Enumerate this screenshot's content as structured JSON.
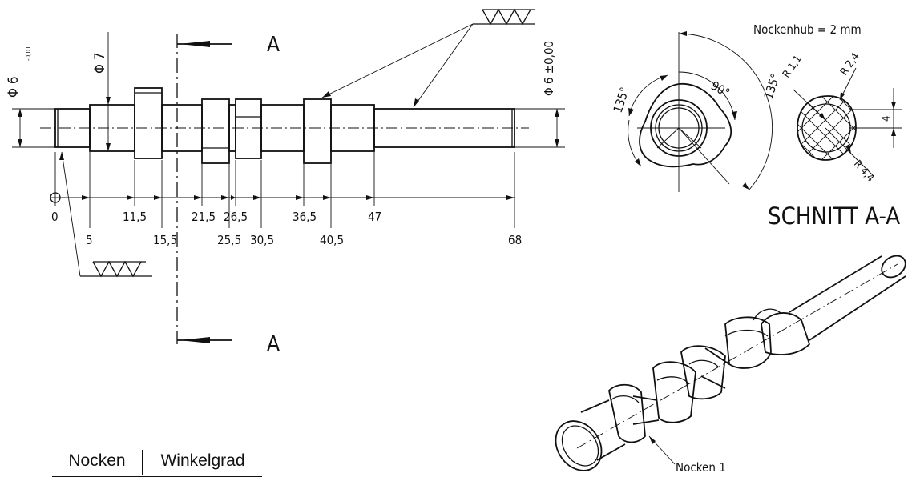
{
  "section_marker": "A",
  "diameters": {
    "shaft_left": "Φ 6",
    "shaft_left_tol": "-0,01",
    "bearing": "Φ 7",
    "shaft_right": "Φ 6 ±0,00"
  },
  "x_positions": [
    "0",
    "5",
    "11,5",
    "15,5",
    "21,5",
    "25,5",
    "26,5",
    "30,5",
    "36,5",
    "40,5",
    "47",
    "68"
  ],
  "section": {
    "title": "SCHNITT A-A",
    "cam_lift": "Nockenhub = 2 mm",
    "angle_135_left": "135°",
    "angle_90": "90°",
    "angle_135_right": "135°",
    "r1": "R 1,1",
    "r2": "R 2,4",
    "r3": "R 4,4",
    "dim_4": "4"
  },
  "iso_label": "Nocken 1",
  "table": {
    "col1": "Nocken",
    "col2": "Winkelgrad"
  }
}
